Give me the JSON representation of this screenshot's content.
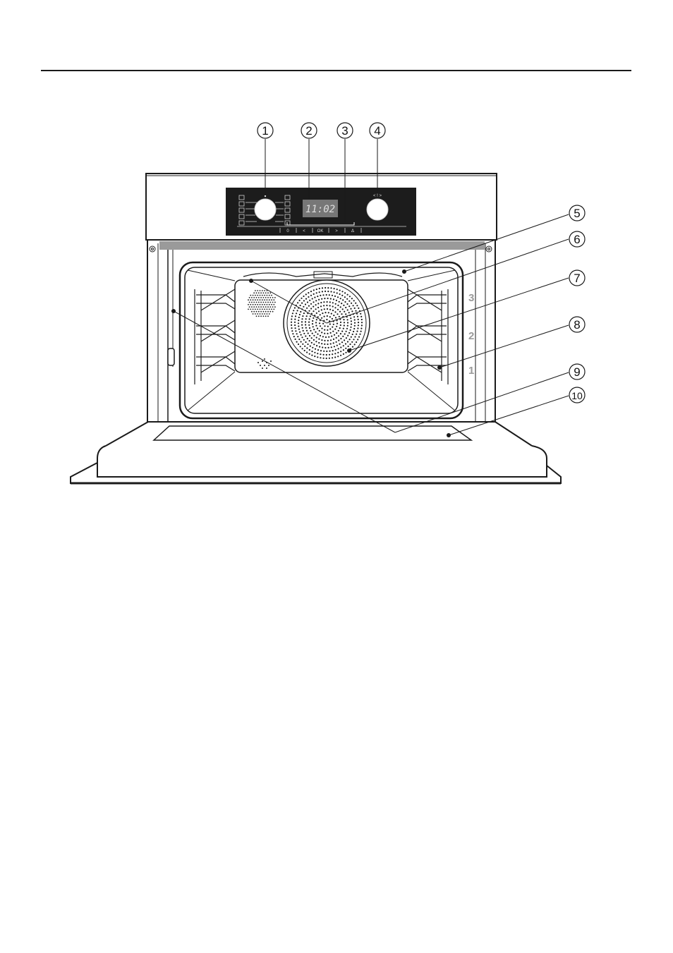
{
  "display": {
    "time": "11:02"
  },
  "panel": {
    "touch_controls": [
      "0",
      "<",
      "OK",
      ">",
      "Δ"
    ],
    "selector_scale": "< ! >"
  },
  "rack_levels": [
    "3",
    "2",
    "1"
  ],
  "callouts": [
    "1",
    "2",
    "3",
    "4",
    "5",
    "6",
    "7",
    "8",
    "9",
    "10"
  ],
  "icons": [
    "function-selector-knob-icon",
    "temperature-selector-knob-icon",
    "fan-cover-icon",
    "shelf-runner-icon"
  ],
  "colors": {
    "line": "#1a1a1a",
    "panel": "#1c1c1c",
    "display": "#777777",
    "trim": "#9a9a9a"
  }
}
